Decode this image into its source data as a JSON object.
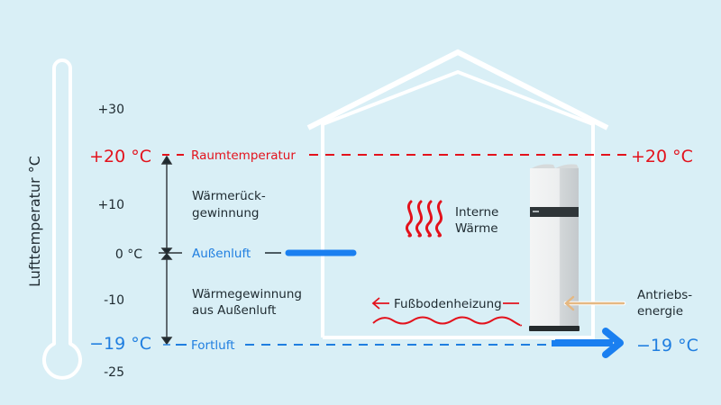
{
  "axis": {
    "title": "Lufttemperatur °C",
    "ticks": [
      "+30",
      "+10",
      "0 °C",
      "-10",
      "-25"
    ]
  },
  "levels": {
    "room": {
      "left_label": "+20 °C",
      "right_label": "+20 °C",
      "line_label": "Raumtemperatur",
      "value_c": 20
    },
    "outside": {
      "left_label": "0 °C",
      "line_label": "Außenluft",
      "value_c": 0
    },
    "exhaust": {
      "left_label": "−19 °C",
      "right_label": "−19 °C",
      "line_label": "Fortluft",
      "value_c": -19
    }
  },
  "annotations": {
    "heat_recovery": [
      "Wärmerück-",
      "gewinnung"
    ],
    "heat_from_outside_air": [
      "Wärmegewinnung",
      "aus Außenluft"
    ],
    "internal_heat": [
      "Interne",
      "Wärme"
    ],
    "floor_heating": "Fußbodenheizung",
    "drive_energy": [
      "Antriebs-",
      "energie"
    ]
  },
  "colors": {
    "background": "#d9eff6",
    "hot": "#ff1a10",
    "warm_purple": "#7a3a7e",
    "cold": "#1a7ff0",
    "drive_energy": "#e5b882",
    "text": "#1e2a30",
    "house": "#ffffff"
  }
}
